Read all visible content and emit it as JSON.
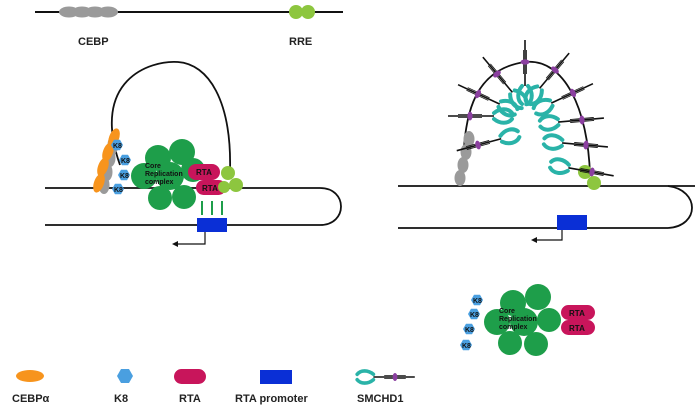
{
  "top_strand": {
    "cebp_label": "CEBP",
    "rre_label": "RRE"
  },
  "complex": {
    "core_line1": "Core",
    "core_line2": "Replication",
    "core_line3": "complex",
    "rta_label": "RTA",
    "k8_label": "K8"
  },
  "legend": [
    {
      "label": "CEBPα",
      "icon": "cebp-alpha-oval-icon"
    },
    {
      "label": "K8",
      "icon": "k8-hexagon-icon"
    },
    {
      "label": "RTA",
      "icon": "rta-pill-icon"
    },
    {
      "label": "RTA promoter",
      "icon": "rta-promoter-box-icon"
    },
    {
      "label": "SMCHD1",
      "icon": "smchd1-protein-icon"
    }
  ],
  "colors": {
    "cebp_gray": "#9a9a9a",
    "rre_green": "#8dc63f",
    "cebp_alpha": "#f7941d",
    "k8": "#4a9fe0",
    "rta": "#c8155b",
    "core_green": "#1e9e4a",
    "promoter": "#0a2fd6",
    "smchd1_teal": "#2ab3a8",
    "smchd1_purple": "#8b3fa0"
  }
}
